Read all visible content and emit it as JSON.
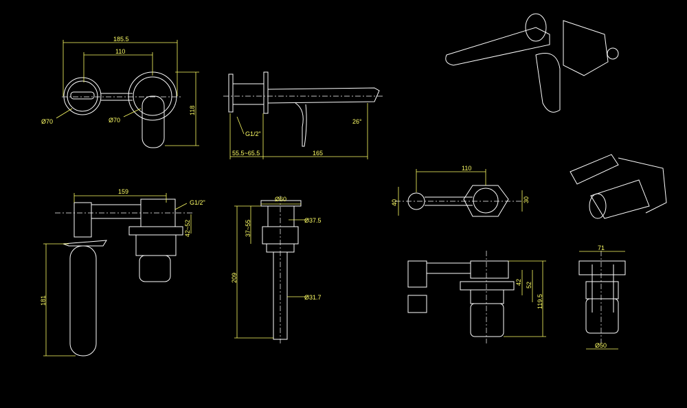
{
  "colors": {
    "background": "#000000",
    "geometry": "#ffffff",
    "dimension": "#ffff66"
  },
  "views": {
    "front": {
      "width_total": "185.5",
      "spacing": "110",
      "dia_left": "Ø70",
      "dia_right": "Ø70",
      "height": "118"
    },
    "side": {
      "thread": "G1/2\"",
      "depth": "55.5~65.5",
      "spout_length": "165",
      "angle": "26°"
    },
    "top": {
      "length": "159",
      "thread": "G1/2\"",
      "range": "42~52",
      "height": "181"
    },
    "drain": {
      "dia_top": "Ø60",
      "range": "37~55",
      "dia_body": "Ø37.5",
      "height": "209",
      "dia_tail": "Ø31.7"
    },
    "box_top": {
      "spacing": "110",
      "left": "40",
      "right": "30"
    },
    "box_front": {
      "d1": "42",
      "d2": "52",
      "height": "119.5"
    },
    "box_side": {
      "width": "71",
      "dia": "Ø50"
    }
  }
}
